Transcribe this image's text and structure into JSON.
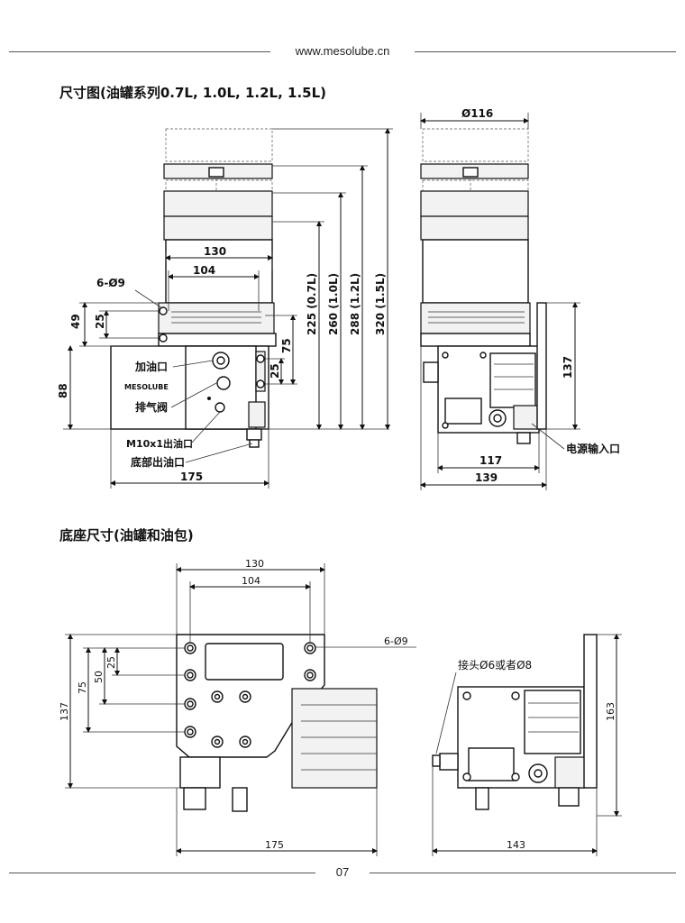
{
  "header": {
    "url": "www.mesolube.cn"
  },
  "footer": {
    "page_number": "07"
  },
  "section1": {
    "title": "尺寸图(油罐系列0.7L, 1.0L, 1.2L, 1.5L)",
    "front": {
      "dim_130": "130",
      "dim_104": "104",
      "hole": "6-Ø9",
      "dim_49": "49",
      "dim_25": "25",
      "dim_88": "88",
      "dim_175": "175",
      "dim_75": "75",
      "dim_25b": "25",
      "h_07": "225 (0.7L)",
      "h_10": "260 (1.0L)",
      "h_12": "288 (1.2L)",
      "h_15": "320 (1.5L)",
      "brand": "MESOLUBE",
      "fill_port": "加油口",
      "vent_valve": "排气阀",
      "outlet_m10": "M10x1出油口",
      "bottom_outlet": "底部出油口"
    },
    "side": {
      "diameter": "Ø116",
      "dim_137": "137",
      "dim_117": "117",
      "dim_139": "139",
      "power_port": "电源输入口"
    }
  },
  "section2": {
    "title": "底座尺寸(油罐和油包)",
    "base": {
      "dim_130": "130",
      "dim_104": "104",
      "hole": "6-Ø9",
      "dim_137": "137",
      "dim_75": "75",
      "dim_50": "50",
      "dim_25": "25",
      "dim_175": "175"
    },
    "side": {
      "fitting": "接头Ø6或者Ø8",
      "dim_163": "163",
      "dim_143": "143"
    }
  }
}
